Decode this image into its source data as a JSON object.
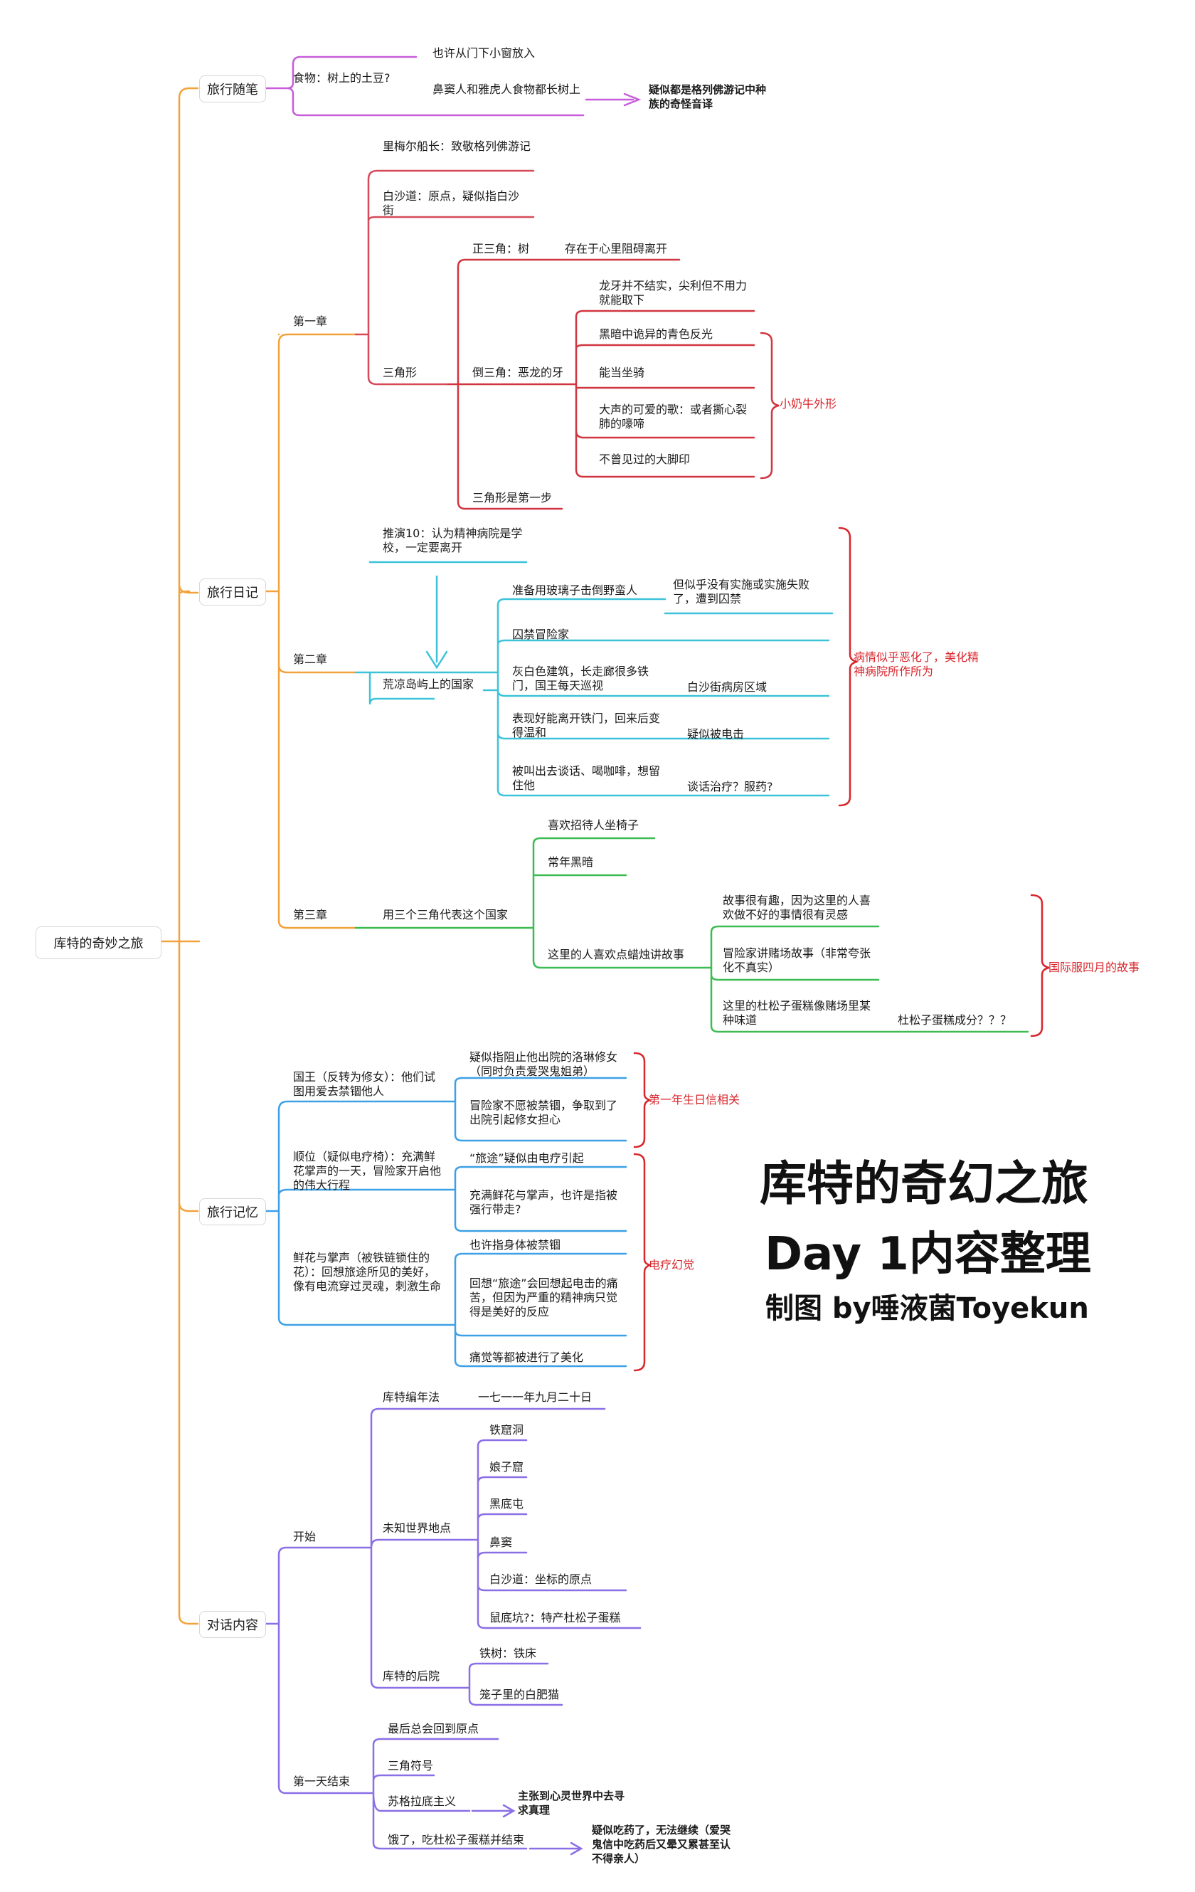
{
  "colors": {
    "orange": "#f2a23a",
    "purple": "#c85ddb",
    "cyan": "#3cc3d9",
    "green": "#3dbb52",
    "blue": "#3ea0e6",
    "violet": "#8b6fe6",
    "red": "#d8262c"
  },
  "root": "库特的奇妙之旅",
  "title": {
    "line1": "库特的奇幻之旅",
    "line2": "Day 1内容整理",
    "line3": "制图 by唾液菌Toyekun"
  },
  "branches": {
    "b1": {
      "label": "旅行随笔",
      "food": "食物：树上的土豆?",
      "f1": "也许从门下小窗放入",
      "f2": "鼻窦人和雅虎人食物都长树上",
      "note": "疑似都是格列佛游记中种族的奇怪音译"
    },
    "b2": {
      "label": "旅行日记",
      "ch1": {
        "label": "第一章",
        "a": "里梅尔船长：致敬格列佛游记",
        "b": "白沙道：原点，疑似指白沙街",
        "tri": "三角形",
        "pos": "正三角：树",
        "pos_note": "存在于心里阻碍离开",
        "neg": "倒三角：恶龙的牙",
        "n1": "龙牙并不结实，尖利但不用力就能取下",
        "n2": "黑暗中诡异的青色反光",
        "n3": "能当坐骑",
        "n4": "大声的可爱的歌：或者撕心裂肺的嚎啼",
        "n5": "不曾见过的大脚印",
        "n_note": "小奶牛外形",
        "step": "三角形是第一步"
      },
      "ch2": {
        "label": "第二章",
        "deduce": "推演10：认为精神病院是学校，一定要离开",
        "island": "荒凉岛屿上的国家",
        "i1": "准备用玻璃子击倒野蛮人",
        "i1n": "但似乎没有实施或实施失败了，遭到囚禁",
        "i2": "囚禁冒险家",
        "i3": "灰白色建筑，长走廊很多铁门，国王每天巡视",
        "i3n": "白沙街病房区域",
        "i4": "表现好能离开铁门，回来后变得温和",
        "i4n": "疑似被电击",
        "i5": "被叫出去谈话、喝咖啡，想留住他",
        "i5n": "谈话治疗？服药?",
        "note": "病情似乎恶化了，美化精神病院所作所为"
      },
      "ch3": {
        "label": "第三章",
        "main": "用三个三角代表这个国家",
        "c1": "喜欢招待人坐椅子",
        "c2": "常年黑暗",
        "c3": "这里的人喜欢点蜡烛讲故事",
        "s1": "故事很有趣，因为这里的人喜欢做不好的事情很有灵感",
        "s2": "冒险家讲赌场故事（非常夸张化不真实）",
        "s3": "这里的杜松子蛋糕像赌场里某种味道",
        "s3n": "杜松子蛋糕成分？？？",
        "note": "国际服四月的故事"
      }
    },
    "b3": {
      "label": "旅行记忆",
      "k": "国王（反转为修女）：他们试图用爱去禁锢他人",
      "k1": "疑似指阻止他出院的洛琳修女（同时负责爱哭鬼姐弟）",
      "k2": "冒险家不愿被禁锢，争取到了出院引起修女担心",
      "k_note": "第一年生日信相关",
      "o": "顺位（疑似电疗椅）：充满鲜花掌声的一天，冒险家开启他的伟大行程",
      "o1": "“旅途”疑似由电疗引起",
      "o2": "充满鲜花与掌声，也许是指被强行带走?",
      "f": "鲜花与掌声（被铁链锁住的花）：回想旅途所见的美好，像有电流穿过灵魂，刺激生命",
      "f1": "也许指身体被禁锢",
      "f2": "回想“旅途”会回想起电击的痛苦，但因为严重的精神病只觉得是美好的反应",
      "f3": "痛觉等都被进行了美化",
      "note": "电疗幻觉"
    },
    "b4": {
      "label": "对话内容",
      "start": "开始",
      "cal": "库特编年法",
      "cal_v": "一七一一年九月二十日",
      "unk": "未知世界地点",
      "u1": "铁窟洞",
      "u2": "娘子窟",
      "u3": "黑底屯",
      "u4": "鼻窦",
      "u5": "白沙道：坐标的原点",
      "u6": "鼠底坑?：特产杜松子蛋糕",
      "yard": "库特的后院",
      "y1": "铁树：铁床",
      "y2": "笼子里的白肥猫",
      "end": "第一天结束",
      "e1": "最后总会回到原点",
      "e2": "三角符号",
      "e3": "苏格拉底主义",
      "e3n": "主张到心灵世界中去寻求真理",
      "e4": "饿了，吃杜松子蛋糕并结束",
      "e4n": "疑似吃药了，无法继续（爱哭鬼信中吃药后又晕又累甚至认不得亲人）"
    }
  }
}
